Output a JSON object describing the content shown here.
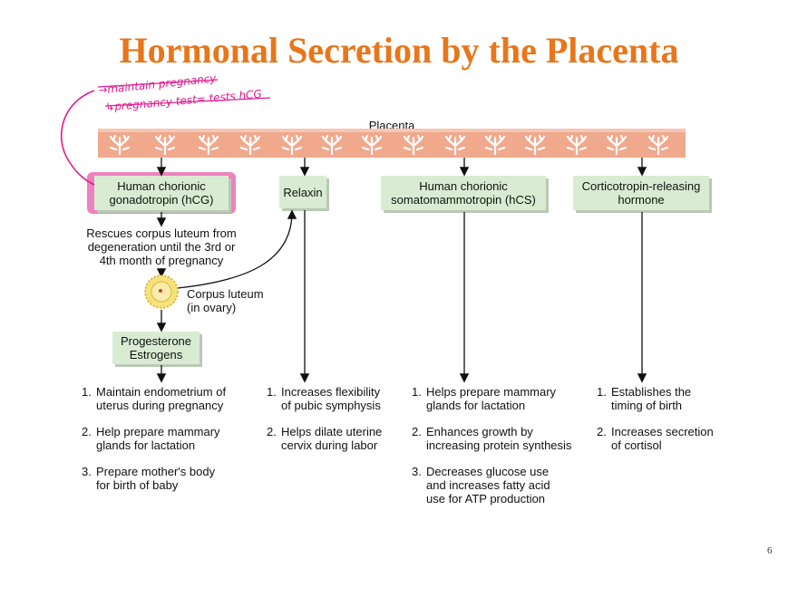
{
  "title": "Hormonal Secretion by the Placenta",
  "annotations": [
    "→maintain pregnancy",
    "↳pregnancy test= tests hCG"
  ],
  "placenta_label": "Placenta",
  "hormones": {
    "hcg": "Human chorionic\ngonadotropin (hCG)",
    "relaxin": "Relaxin",
    "hcs": "Human chorionic\nsomatomammotropin (hCS)",
    "crh": "Corticotropin-releasing\nhormone"
  },
  "hcg_action": "Rescues corpus luteum from\ndegeneration until the 3rd or\n4th month of pregnancy",
  "corpus_luteum_label": "Corpus luteum\n(in ovary)",
  "progesterone_box": "Progesterone\nEstrogens",
  "effects": {
    "progesterone": [
      {
        "num": "1.",
        "text": "Maintain endometrium of\nuterus during pregnancy"
      },
      {
        "num": "2.",
        "text": "Help prepare mammary\nglands for lactation"
      },
      {
        "num": "3.",
        "text": "Prepare mother's body\nfor birth of baby"
      }
    ],
    "relaxin": [
      {
        "num": "1.",
        "text": "Increases flexibility\nof pubic symphysis"
      },
      {
        "num": "2.",
        "text": "Helps dilate uterine\ncervix during labor"
      }
    ],
    "hcs": [
      {
        "num": "1.",
        "text": "Helps prepare mammary\nglands for lactation"
      },
      {
        "num": "2.",
        "text": "Enhances growth by\nincreasing protein synthesis"
      },
      {
        "num": "3.",
        "text": "Decreases glucose use\nand increases fatty acid\nuse for ATP production"
      }
    ],
    "crh": [
      {
        "num": "1.",
        "text": "Establishes the\ntiming of birth"
      },
      {
        "num": "2.",
        "text": "Increases secretion\nof cortisol"
      }
    ]
  },
  "page_number": "6",
  "colors": {
    "title": "#e8761a",
    "annotation": "#e0198c",
    "hormone_box": "#d9ecd3",
    "placenta": "#f0a98d"
  }
}
